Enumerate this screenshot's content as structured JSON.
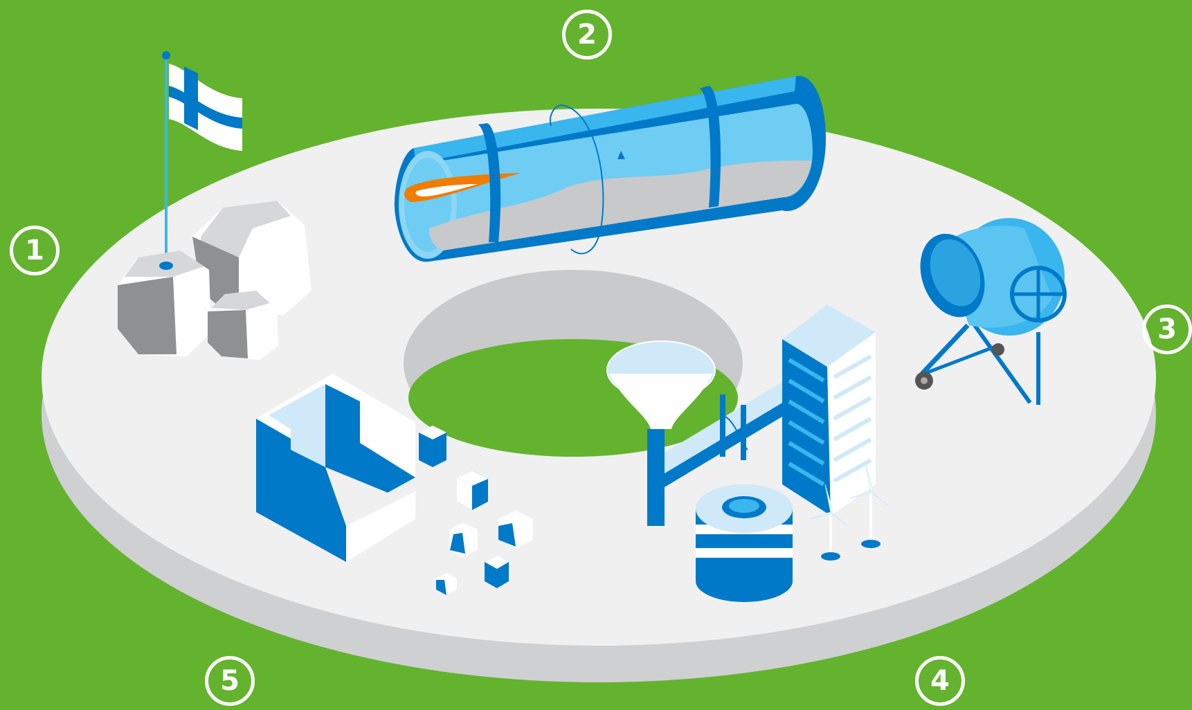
{
  "colors": {
    "background": "#64b32e",
    "platform_top": "#f0f0f0",
    "platform_side": "#cfd0d2",
    "primary_blue": "#0079c8",
    "light_blue": "#39b6ee",
    "pale_blue": "#cfe9f8",
    "orange": "#f07d00",
    "rock_grey": "#8f9092",
    "white": "#ffffff"
  },
  "step_markers": [
    {
      "id": "1",
      "label": "1"
    },
    {
      "id": "2",
      "label": "2"
    },
    {
      "id": "3",
      "label": "3"
    },
    {
      "id": "4",
      "label": "4"
    },
    {
      "id": "5",
      "label": "5"
    }
  ],
  "illustrations": [
    {
      "id": "quarry",
      "icon": "limestone-rocks-with-finnish-flag"
    },
    {
      "id": "kiln",
      "icon": "rotary-kiln-icon"
    },
    {
      "id": "mixer",
      "icon": "concrete-mixer-icon"
    },
    {
      "id": "city",
      "icon": "city-infrastructure-icon"
    },
    {
      "id": "recycling",
      "icon": "demolition-recycling-icon"
    }
  ]
}
